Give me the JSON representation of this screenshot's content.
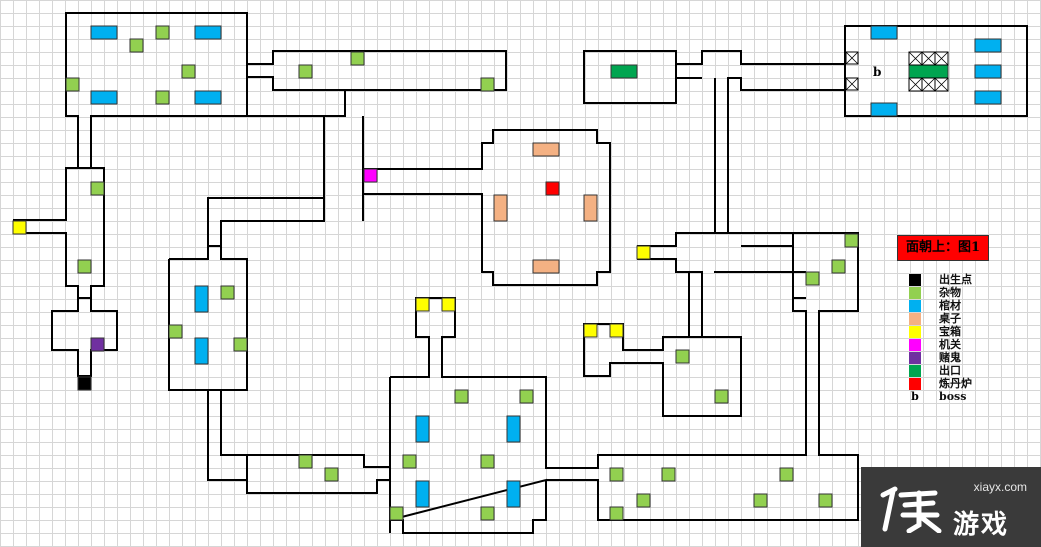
{
  "legend": {
    "title": "面朝上：图1",
    "items": [
      {
        "label": "出生点",
        "color": "#000000"
      },
      {
        "label": "杂物",
        "color": "#92d050"
      },
      {
        "label": "棺材",
        "color": "#00b0f0"
      },
      {
        "label": "桌子",
        "color": "#f4b183"
      },
      {
        "label": "宝箱",
        "color": "#ffff00"
      },
      {
        "label": "机关",
        "color": "#ff00ff"
      },
      {
        "label": "赌鬼",
        "color": "#7030a0"
      },
      {
        "label": "出口",
        "color": "#00a550"
      },
      {
        "label": "炼丹炉",
        "color": "#ff0000"
      }
    ],
    "boss": {
      "symbol": "b",
      "label": "boss"
    }
  },
  "boss_marker": "b",
  "watermark": {
    "url": "xiayx.com",
    "name": "游戏"
  },
  "colors": {
    "wall": "#000000",
    "grid": "#d6d6d6",
    "misc": "#92d050",
    "coffin": "#00b0f0",
    "table": "#f4b183",
    "chest": "#ffff00",
    "trap": "#ff00ff",
    "gambler": "#7030a0",
    "exit": "#00a550",
    "furnace": "#ff0000",
    "spawn": "#000000"
  }
}
